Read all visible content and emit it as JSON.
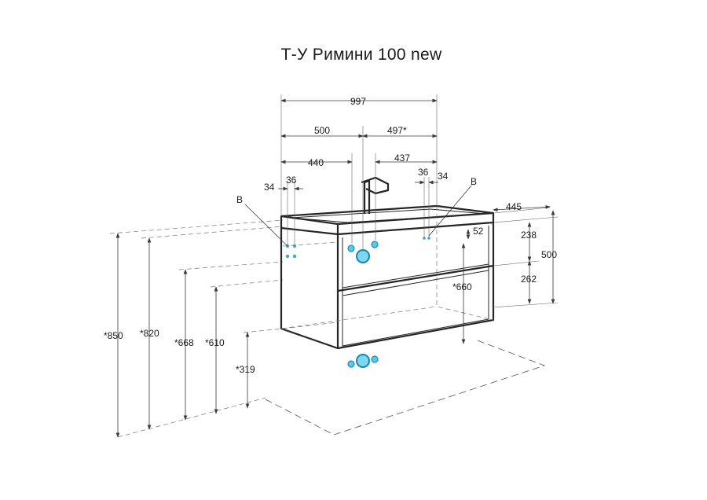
{
  "title": "Т-У Римини 100 new",
  "dimensions": {
    "width_total": "997",
    "width_left": "500",
    "width_right": "497*",
    "pipe_left": "440",
    "pipe_right": "437",
    "left_small_a": "34",
    "left_small_b": "36",
    "right_small_a": "36",
    "right_small_b": "34",
    "depth": "445",
    "top_offset": "52",
    "drawer_top": "238",
    "drawer_bottom": "262",
    "height": "500",
    "inner_660": "*660",
    "h850": "*850",
    "h820": "*820",
    "h668": "*668",
    "h610": "*610",
    "h319": "*319"
  },
  "callouts": {
    "left": "B",
    "right": "B"
  },
  "colors": {
    "outline": "#262626",
    "pipe": "#5cc8e8"
  }
}
